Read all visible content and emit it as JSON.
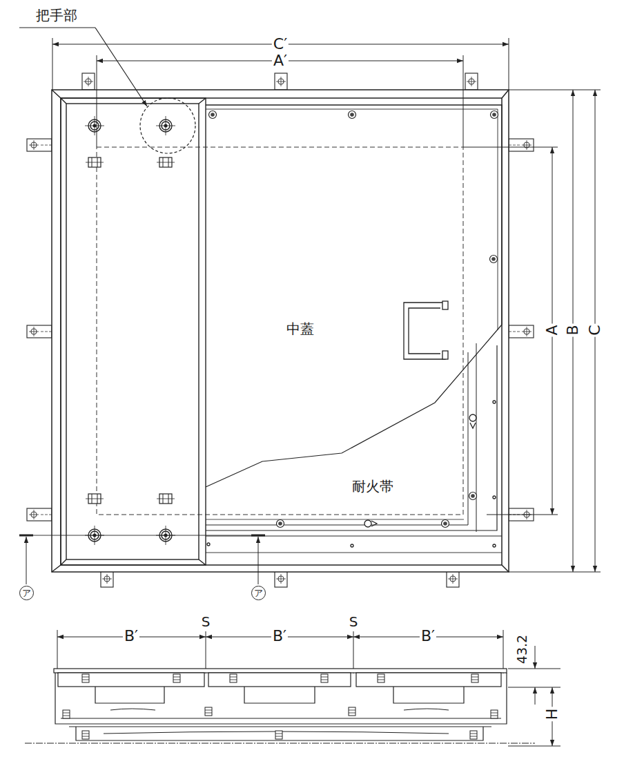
{
  "diagram": {
    "nodes": [
      {
        "text": [
          "ア"
        ]
      },
      {
        "text": [
          "ア"
        ]
      }
    ],
    "labels": [
      "把手部",
      "C′",
      "A′",
      "中蓋",
      "A",
      "B",
      "C",
      "耐火帯",
      "B′",
      "S",
      "B′",
      "S",
      "B′",
      "43.2",
      "H"
    ]
  }
}
